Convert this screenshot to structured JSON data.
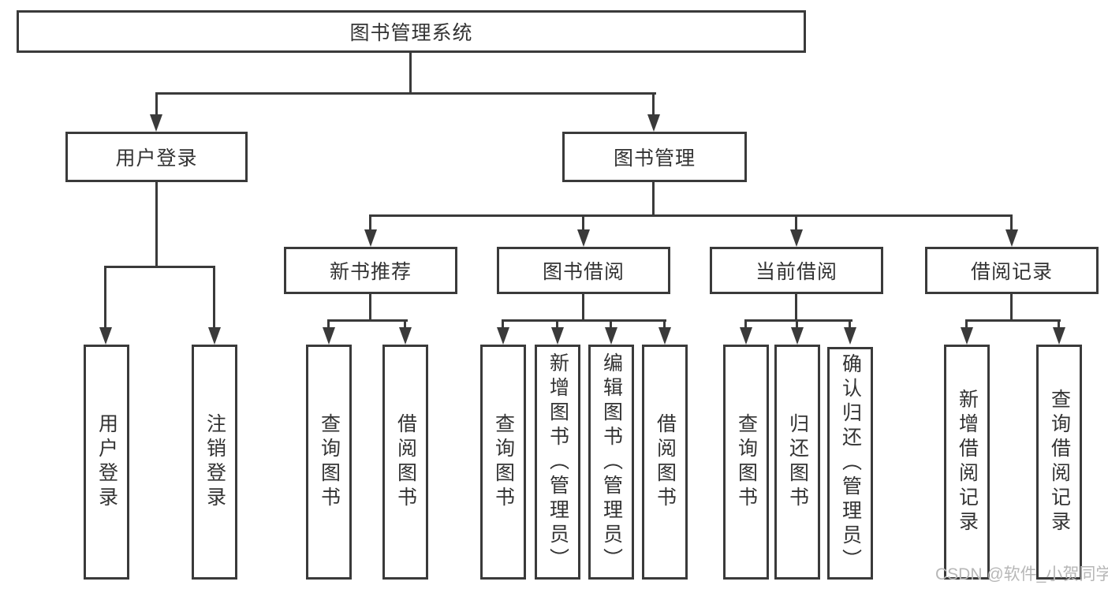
{
  "diagram_title": "图书管理系统",
  "tree": {
    "root": {
      "label": "图书管理系统",
      "children": [
        {
          "label": "用户登录",
          "children": [
            {
              "label": "用户登录"
            },
            {
              "label": "注销登录"
            }
          ]
        },
        {
          "label": "图书管理",
          "children": [
            {
              "label": "新书推荐",
              "children": [
                {
                  "label": "查询图书"
                },
                {
                  "label": "借阅图书"
                }
              ]
            },
            {
              "label": "图书借阅",
              "children": [
                {
                  "label": "查询图书"
                },
                {
                  "label": "新增图书（管理员）"
                },
                {
                  "label": "编辑图书（管理员）"
                },
                {
                  "label": "借阅图书"
                }
              ]
            },
            {
              "label": "当前借阅",
              "children": [
                {
                  "label": "查询图书"
                },
                {
                  "label": "归还图书"
                },
                {
                  "label": "确认归还（管理员）"
                }
              ]
            },
            {
              "label": "借阅记录",
              "children": [
                {
                  "label": "新增借阅记录"
                },
                {
                  "label": "查询借阅记录"
                }
              ]
            }
          ]
        }
      ]
    }
  },
  "watermark": {
    "text": "CSDN @软件_小贺同学"
  },
  "colors": {
    "line": "#3a3a3a",
    "text": "#333333",
    "watermark": "#b7b7b7",
    "background": "#ffffff"
  }
}
